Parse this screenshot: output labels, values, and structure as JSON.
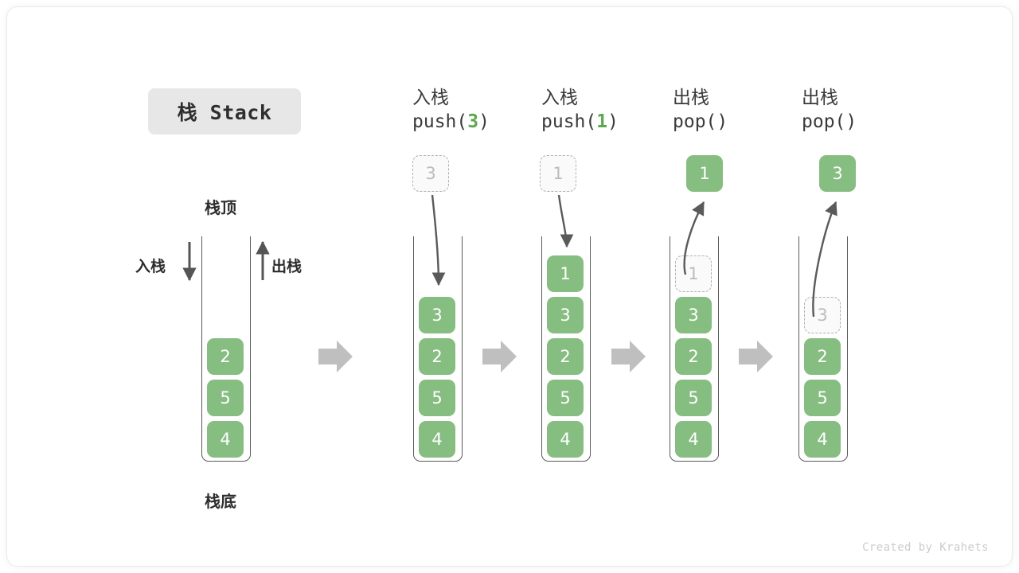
{
  "title_badge": {
    "label": "栈 Stack"
  },
  "credit": "Created by Krahets",
  "colors": {
    "element_green": "#86bd80",
    "arg_green": "#5ca74f",
    "ghost_fill": "#fafafa",
    "ghost_border": "#b0b0b0",
    "ghost_text": "#bcbcbc",
    "container_stroke": "#5a5a5a",
    "block_arrow": "#bfbfbf",
    "badge_bg": "#e7e7e7",
    "text_dark": "#2d2d2d"
  },
  "initial_stack": {
    "top_label": "栈顶",
    "bottom_label": "栈底",
    "push_label": "入栈",
    "pop_label": "出栈",
    "elements": [
      "2",
      "5",
      "4"
    ]
  },
  "steps": [
    {
      "cn_title": "入栈",
      "code_prefix": "push(",
      "code_arg": "3",
      "code_suffix": ")",
      "floating": {
        "value": "3",
        "style": "ghost"
      },
      "arrow": "down-into-stack",
      "elements": [
        {
          "value": "3",
          "style": "filled"
        },
        {
          "value": "2",
          "style": "filled"
        },
        {
          "value": "5",
          "style": "filled"
        },
        {
          "value": "4",
          "style": "filled"
        }
      ]
    },
    {
      "cn_title": "入栈",
      "code_prefix": "push(",
      "code_arg": "1",
      "code_suffix": ")",
      "floating": {
        "value": "1",
        "style": "ghost"
      },
      "arrow": "down-into-stack",
      "elements": [
        {
          "value": "1",
          "style": "filled"
        },
        {
          "value": "3",
          "style": "filled"
        },
        {
          "value": "2",
          "style": "filled"
        },
        {
          "value": "5",
          "style": "filled"
        },
        {
          "value": "4",
          "style": "filled"
        }
      ]
    },
    {
      "cn_title": "出栈",
      "code_prefix": "pop(",
      "code_arg": "",
      "code_suffix": ")",
      "floating": {
        "value": "1",
        "style": "filled"
      },
      "arrow": "up-out-of-stack",
      "elements": [
        {
          "value": "1",
          "style": "ghost"
        },
        {
          "value": "3",
          "style": "filled"
        },
        {
          "value": "2",
          "style": "filled"
        },
        {
          "value": "5",
          "style": "filled"
        },
        {
          "value": "4",
          "style": "filled"
        }
      ]
    },
    {
      "cn_title": "出栈",
      "code_prefix": "pop(",
      "code_arg": "",
      "code_suffix": ")",
      "floating": {
        "value": "3",
        "style": "filled"
      },
      "arrow": "up-out-of-stack",
      "elements": [
        {
          "value": "",
          "style": "empty"
        },
        {
          "value": "3",
          "style": "ghost"
        },
        {
          "value": "2",
          "style": "filled"
        },
        {
          "value": "5",
          "style": "filled"
        },
        {
          "value": "4",
          "style": "filled"
        }
      ]
    }
  ],
  "flow_arrows": 4
}
